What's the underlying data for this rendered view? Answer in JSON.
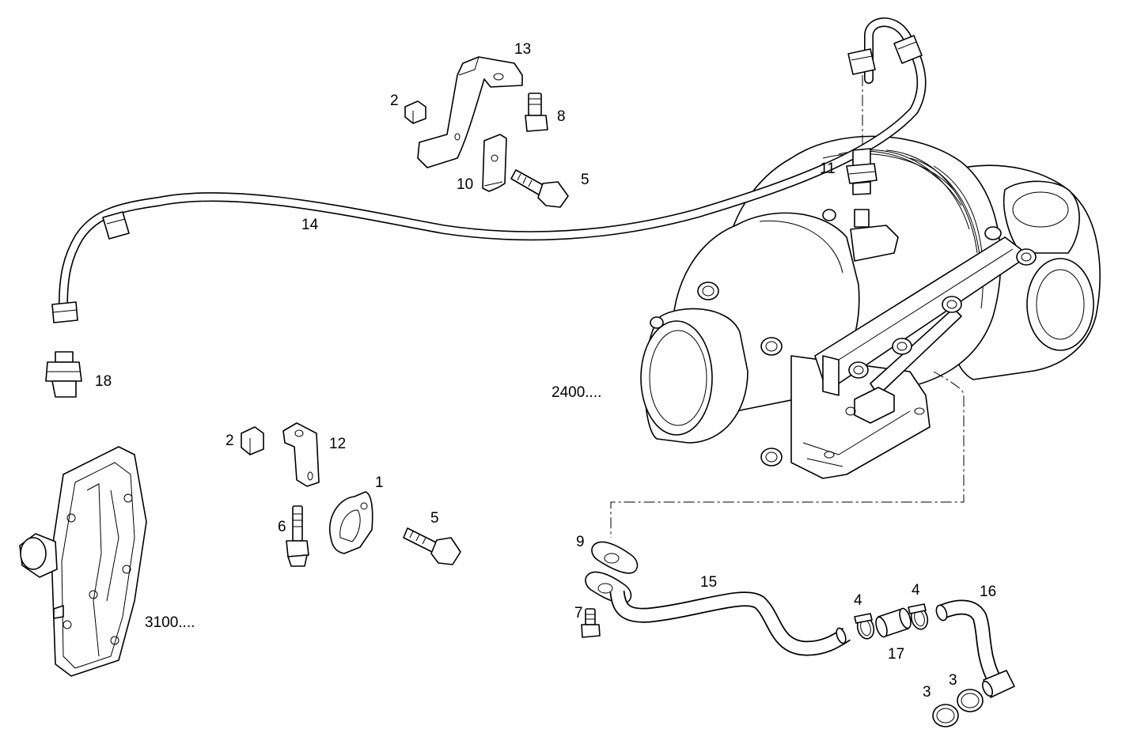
{
  "callouts": {
    "p1": "1",
    "p2a": "2",
    "p2b": "2",
    "p3a": "3",
    "p3b": "3",
    "p4a": "4",
    "p4b": "4",
    "p5a": "5",
    "p5b": "5",
    "p6": "6",
    "p7": "7",
    "p8": "8",
    "p9": "9",
    "p10": "10",
    "p11": "11",
    "p12": "12",
    "p13": "13",
    "p14": "14",
    "p15": "15",
    "p16": "16",
    "p17": "17",
    "p18": "18"
  },
  "assembly_refs": {
    "turbo": "2400....",
    "housing": "3100...."
  }
}
